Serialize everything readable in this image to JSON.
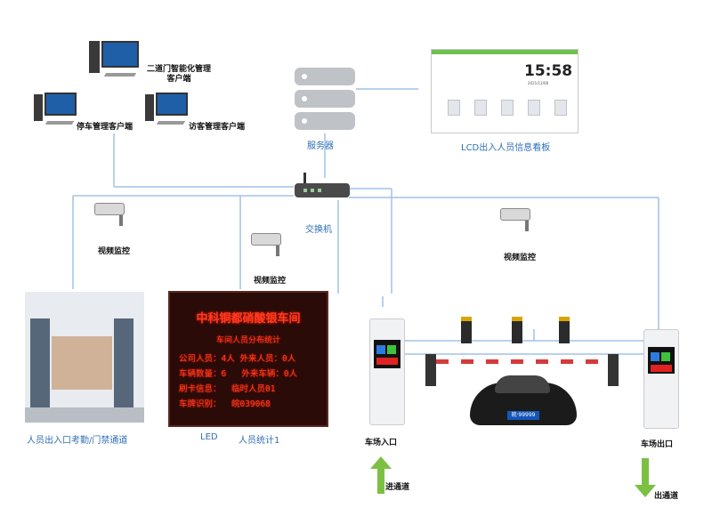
{
  "labels": {
    "smart_mgmt_client": "二道门智能化管理\n客户端",
    "parking_client": "停车管理客户端",
    "visitor_client": "访客管理客户端",
    "server": "服务器",
    "lcd_board": "LCD出入人员信息看板",
    "switch": "交换机",
    "video_1": "视频监控",
    "video_2": "视频监控",
    "video_3": "视频监控",
    "turnstile": "人员出入口考勤/门禁通道",
    "led": "LED",
    "people_stats": "人员统计1",
    "entrance": "车场入口",
    "exit": "车场出口",
    "enter_lane": "进通道",
    "exit_lane": "出通道"
  },
  "lcd": {
    "time": "15:58",
    "date": "2021/12/08"
  },
  "led_board": {
    "title": "中科铜都硝酸银车间",
    "subtitle": "车间人员分布统计",
    "row1_left": "公司人员：4人",
    "row1_right": "外来人员：0人",
    "row2_left": "车辆数量：6",
    "row2_right": "外来车辆：0人",
    "row3_left": "刷卡信息：",
    "row3_right": "临时人员01",
    "row4_left": "车牌识别：",
    "row4_right": "皖039068"
  },
  "car_plate": "皖·99999",
  "colors": {
    "wire": "#9fc3e6",
    "label_blue": "#2f6fb5",
    "arrow_green": "#7bc043",
    "led_red": "#ff3b22"
  }
}
